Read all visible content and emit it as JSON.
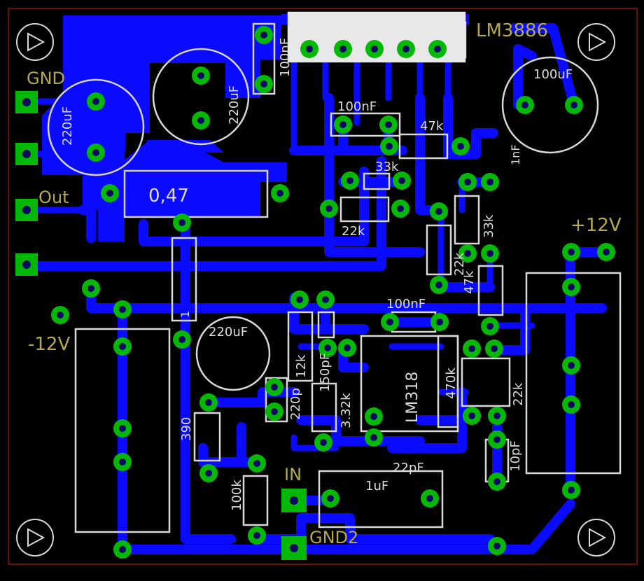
{
  "board": {
    "connectors": [
      "GND",
      "Out",
      "+12V",
      "-12V",
      "IN",
      "GND2"
    ],
    "ics": [
      "LM3886",
      "LM318"
    ],
    "components": [
      {
        "name": "cap-100nF-top",
        "value": "100nF"
      },
      {
        "name": "cap-220uF-left",
        "value": "220uF"
      },
      {
        "name": "cap-220uF-mid",
        "value": "220uF"
      },
      {
        "name": "cap-100uF-right",
        "value": "100uF"
      },
      {
        "name": "cap-100nF-mid",
        "value": "100nF"
      },
      {
        "name": "res-47k-top",
        "value": "47k"
      },
      {
        "name": "cap-1nF",
        "value": "1nF"
      },
      {
        "name": "res-33k-a",
        "value": "33k"
      },
      {
        "name": "res-0.47",
        "value": "0,47"
      },
      {
        "name": "res-22k-a",
        "value": "22k"
      },
      {
        "name": "res-33k-b",
        "value": "33k"
      },
      {
        "name": "res-22k-b",
        "value": "22k"
      },
      {
        "name": "res-47k-b",
        "value": "47k"
      },
      {
        "name": "res-1",
        "value": "1"
      },
      {
        "name": "cap-100nF-low",
        "value": "100nF"
      },
      {
        "name": "cap-220uF-low",
        "value": "220uF"
      },
      {
        "name": "res-12k",
        "value": "12k"
      },
      {
        "name": "cap-150pF",
        "value": "150pF"
      },
      {
        "name": "res-470k",
        "value": "470k"
      },
      {
        "name": "res-22k-c",
        "value": "22k"
      },
      {
        "name": "cap-220p",
        "value": "220p"
      },
      {
        "name": "res-3.32k",
        "value": "3.32k"
      },
      {
        "name": "res-390",
        "value": "390"
      },
      {
        "name": "cap-22pF",
        "value": "22pF"
      },
      {
        "name": "cap-10pF",
        "value": "10pF"
      },
      {
        "name": "res-100k",
        "value": "100k"
      },
      {
        "name": "cap-1uF",
        "value": "1uF"
      }
    ]
  }
}
